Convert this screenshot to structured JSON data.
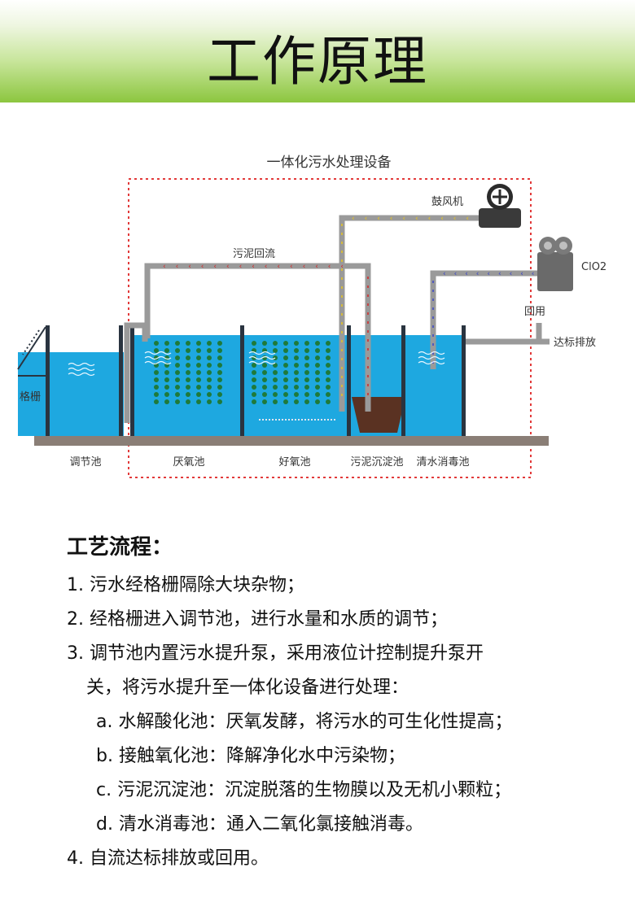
{
  "header": {
    "title": "工作原理"
  },
  "diagram": {
    "title": "一体化污水处理设备",
    "labels": {
      "blower": "鼓风机",
      "sludge_return": "污泥回流",
      "clo2": "ClO2",
      "reuse": "回用",
      "discharge": "达标排放",
      "grille": "格栅"
    },
    "tanks": [
      "调节池",
      "厌氧池",
      "好氧池",
      "污泥沉淀池",
      "清水消毒池"
    ],
    "colors": {
      "water": "#1ea8e0",
      "pipe": "#9a9a9a",
      "frame": "#e23a3a"
    }
  },
  "process": {
    "title": "工艺流程：",
    "steps": [
      "1. 污水经格栅隔除大块杂物；",
      "2. 经格栅进入调节池，进行水量和水质的调节；",
      "3. 调节池内置污水提升泵，采用液位计控制提升泵开",
      "关，将污水提升至一体化设备进行处理：",
      "a. 水解酸化池：厌氧发酵，将污水的可生化性提高；",
      "b. 接触氧化池：降解净化水中污染物；",
      "c. 污泥沉淀池：沉淀脱落的生物膜以及无机小颗粒；",
      "d. 清水消毒池：通入二氧化氯接触消毒。",
      "4. 自流达标排放或回用。"
    ]
  }
}
